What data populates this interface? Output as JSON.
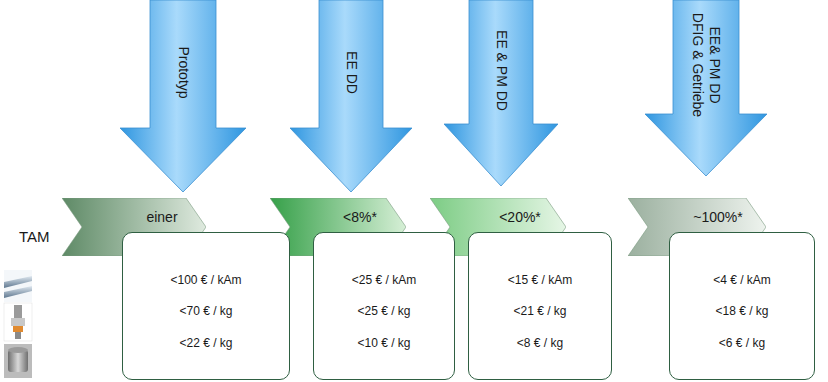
{
  "diagram": {
    "nodes": [
      {
        "text": [
          "Prototyp"
        ]
      },
      {
        "text": [
          "EE DD"
        ]
      },
      {
        "text": [
          "EE & PM DD"
        ]
      },
      {
        "text": [
          "EE& PM DD DFIG & Getriebe"
        ]
      },
      {
        "text": [
          "einer"
        ]
      },
      {
        "text": [
          "<8%*"
        ]
      },
      {
        "text": [
          "<20%*"
        ]
      },
      {
        "text": [
          "~100%*"
        ]
      },
      {
        "text": [
          "<100 € / kAm",
          "<70 € / kg",
          "<22 € / kg"
        ]
      },
      {
        "text": [
          "<25 € / kAm",
          "<25 € / kg",
          "<10 € / kg"
        ]
      },
      {
        "text": [
          "<15 € / kAm",
          "<21 € / kg",
          "<8 € / kg"
        ]
      },
      {
        "text": [
          "<4 € / kAm",
          "<18 € / kg",
          "<6 € / kg"
        ]
      }
    ],
    "labels": [
      "TAM"
    ]
  }
}
